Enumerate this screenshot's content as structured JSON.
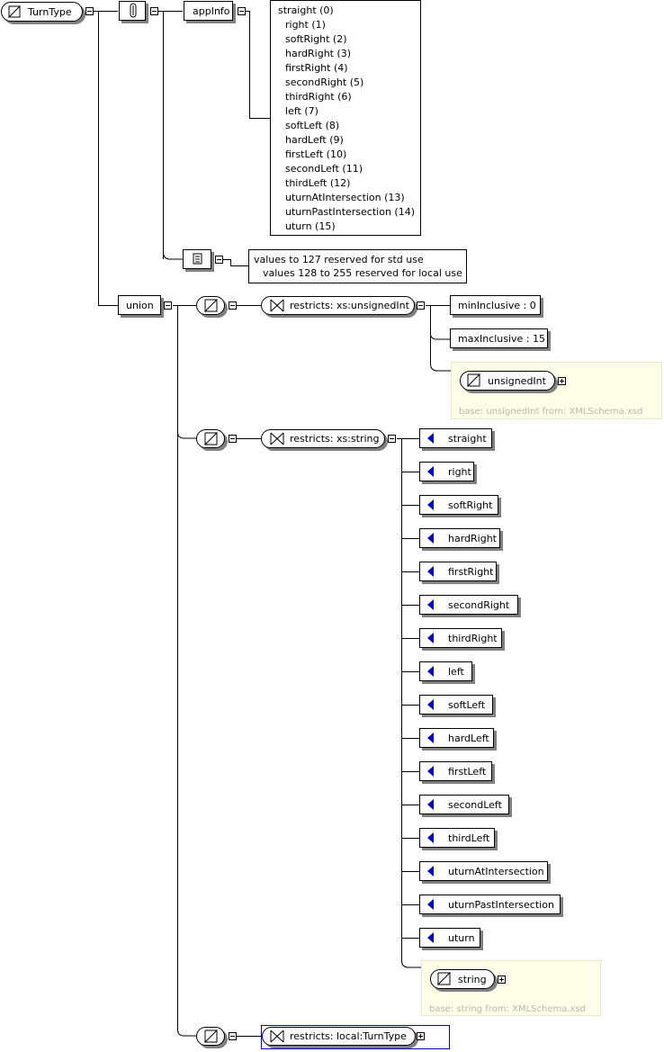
{
  "root": {
    "name": "TurnType"
  },
  "annotation": {
    "appinfo_label": "appInfo",
    "appinfo_lines": [
      "straight (0)",
      "right (1)",
      "softRight (2)",
      "hardRight (3)",
      "firstRight (4)",
      "secondRight (5)",
      "thirdRight (6)",
      "left (7)",
      "softLeft (8)",
      "hardLeft (9)",
      "firstLeft (10)",
      "secondLeft (11)",
      "thirdLeft (12)",
      "uturnAtIntersection (13)",
      "uturnPastIntersection (14)",
      "uturn (15)"
    ],
    "documentation_line1": "values to 127 reserved for std use",
    "documentation_line2": "values 128 to 255 reserved for local use"
  },
  "union": {
    "label": "union",
    "member1": {
      "restricts": "restricts: xs:unsignedInt",
      "facets": [
        "minInclusive : 0",
        "maxInclusive : 15"
      ],
      "base_name": "unsignedInt",
      "base_note": "base: unsignedInt from: XMLSchema.xsd"
    },
    "member2": {
      "restricts": "restricts: xs:string",
      "enums": [
        "straight",
        "right",
        "softRight",
        "hardRight",
        "firstRight",
        "secondRight",
        "thirdRight",
        "left",
        "softLeft",
        "hardLeft",
        "firstLeft",
        "secondLeft",
        "thirdLeft",
        "uturnAtIntersection",
        "uturnPastIntersection",
        "uturn"
      ],
      "base_name": "string",
      "base_note": "base: string from: XMLSchema.xsd"
    },
    "member3": {
      "restricts": "restricts: local:TurnType"
    }
  },
  "colors": {
    "enum_marker": "#0000c0",
    "highlight_border": "#0000c0",
    "base_panel": "#fefee8"
  }
}
